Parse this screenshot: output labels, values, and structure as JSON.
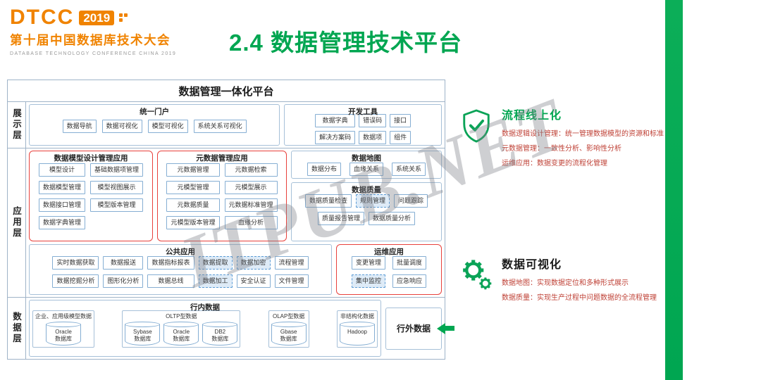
{
  "watermark": "ITPUB.NET",
  "logo": {
    "dtcc": "DTCC",
    "year": "2019",
    "cn": "第十届中国数据库技术大会",
    "en": "DATABASE TECHNOLOGY CONFERENCE CHINA 2019"
  },
  "page_title": "2.4 数据管理技术平台",
  "platform": {
    "title": "数据管理一体化平台",
    "layers": {
      "present": "展示层",
      "app": "应用层",
      "data": "数据层"
    },
    "portal": {
      "title": "统一门户",
      "items": [
        "数据导航",
        "数据可视化",
        "模型可视化",
        "系统关系可视化"
      ]
    },
    "devtools": {
      "title": "开发工具",
      "grid": [
        "数据字典",
        "错误码",
        "解决方案码",
        "数据项"
      ],
      "side": [
        "接口",
        "组件"
      ]
    },
    "model_app": {
      "title": "数据模型设计管理应用",
      "items": [
        "模型设计",
        "基础数据项管理",
        "数据模型管理",
        "模型视图展示",
        "数据接口管理",
        "模型版本管理",
        "数据字典管理"
      ]
    },
    "meta_app": {
      "title": "元数据管理应用",
      "items": [
        "元数据管理",
        "元数据检索",
        "元模型管理",
        "元模型展示",
        "元数据质量",
        "元数据标准管理",
        "元模型版本管理",
        "血缘分析"
      ]
    },
    "data_map": {
      "title": "数据地图",
      "items": [
        "数据分布",
        "血缘关系",
        "系统关系"
      ]
    },
    "data_quality": {
      "title": "数据质量",
      "items": [
        "数据质量检查",
        {
          "label": "规则管理",
          "hl": true
        },
        "问题跟踪",
        "质量报告管理",
        "数据质量分析"
      ]
    },
    "common_app": {
      "title": "公共应用",
      "items": [
        "实时数据获取",
        "数据报送",
        "数据指标报表",
        {
          "label": "数据提取",
          "hl": true
        },
        {
          "label": "数据加密",
          "hl": true
        },
        "流程管理",
        "数据挖掘分析",
        "图形化分析",
        "数据总线",
        {
          "label": "数据加工",
          "hl": true
        },
        "安全认证",
        "文件管理"
      ]
    },
    "ops_app": {
      "title": "运维应用",
      "items": [
        "变更管理",
        "批量调度",
        {
          "label": "集中监控",
          "hl": true
        },
        "应急响应"
      ]
    },
    "internal_data": {
      "title": "行内数据",
      "groups": [
        {
          "title": "企业、应用级模型数据",
          "dbs": [
            "Oracle\n数据库"
          ]
        },
        {
          "title": "OLTP型数据",
          "dbs": [
            "Sybase\n数据库",
            "Oracle\n数据库",
            "DB2\n数据库"
          ]
        },
        {
          "title": "OLAP型数据",
          "dbs": [
            "Gbase\n数据库"
          ]
        },
        {
          "title": "非结构化数据",
          "dbs": [
            "Hadoop"
          ]
        }
      ]
    },
    "external_data": {
      "title": "行外数据"
    }
  },
  "notes": [
    {
      "title": "流程线上化",
      "lines": [
        "数据逻辑设计管理：统一管理数据模型的资源和标准",
        "元数据管理：一致性分析、影响性分析",
        "运维应用：数据变更的流程化管理"
      ]
    },
    {
      "title": "数据可视化",
      "lines": [
        "数据地图：实现数据定位和多种形式展示",
        "数据质量：实现生产过程中问题数据的全流程管理"
      ]
    }
  ],
  "colors": {
    "green": "#00a651",
    "orange": "#f08300",
    "red_border": "#e8413c",
    "note_text": "#bf4136"
  }
}
